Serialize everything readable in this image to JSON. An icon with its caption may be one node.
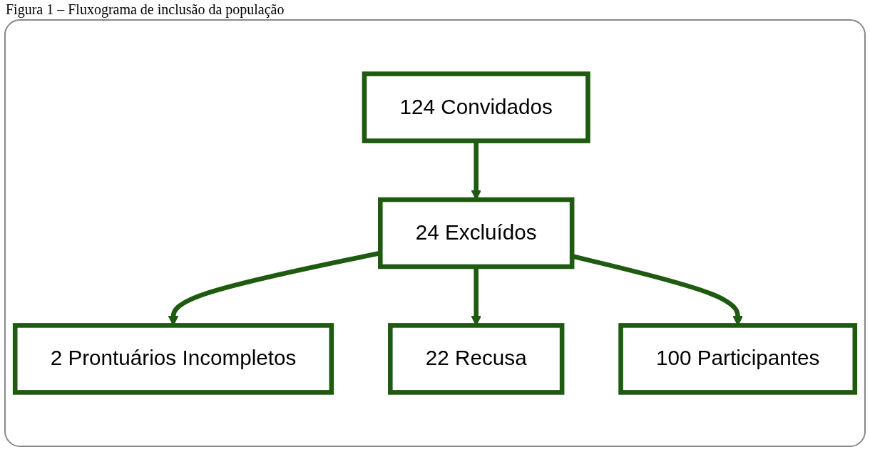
{
  "diagram": {
    "title": "Figura 1 – Fluxograma de inclusão da população",
    "nodes": [
      {
        "text": [
          "124 Convidados"
        ]
      },
      {
        "text": [
          "24 Excluídos"
        ]
      },
      {
        "text": [
          "2 Prontuários Incompletos"
        ]
      },
      {
        "text": [
          "22 Recusa"
        ]
      },
      {
        "text": [
          "100 Participantes"
        ]
      }
    ],
    "edges": [
      {
        "from": 0,
        "to": 1,
        "arrow": "to"
      },
      {
        "from": 1,
        "to": 2,
        "arrow": "to"
      },
      {
        "from": 1,
        "to": 3,
        "arrow": "to"
      },
      {
        "from": 1,
        "to": 4,
        "arrow": "to"
      }
    ]
  }
}
